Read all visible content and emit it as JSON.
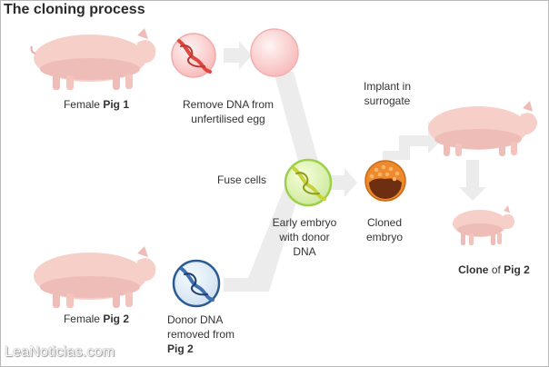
{
  "title": "The cloning process",
  "labels": {
    "female_pig1_prefix": "Female ",
    "female_pig1_bold": "Pig 1",
    "remove_dna_line1": "Remove DNA from",
    "remove_dna_line2": "unfertilised egg",
    "implant_line1": "Implant in",
    "implant_line2": "surrogate",
    "fuse_cells": "Fuse cells",
    "early_line1": "Early embryo",
    "early_line2": "with donor",
    "early_line3": "DNA",
    "cloned_line1": "Cloned",
    "cloned_line2": "embryo",
    "clone_bold1": "Clone",
    "clone_of": " of ",
    "clone_bold2": "Pig 2",
    "female_pig2_prefix": "Female ",
    "female_pig2_bold": "Pig 2",
    "donor_line1": "Donor DNA",
    "donor_line2": "removed from",
    "donor_line3": "Pig 2"
  },
  "watermark": "LeaNoticias.com",
  "colors": {
    "pig_body": "#f6cfc9",
    "pig_shadow": "#e7aea8",
    "egg_fill": "#fbd9d9",
    "dna_red": "#e0463f",
    "dna_yellow": "#c7d13a",
    "dna_blue": "#3f6fae",
    "cell_green": "#9ccf4b",
    "cell_blue": "#2b5b8f",
    "embryo_orange": "#ee8a2b",
    "embryo_brown": "#6e2e12",
    "arrow": "#e9e9e9"
  },
  "icons": [
    "pig-icon",
    "egg-with-red-dna-icon",
    "empty-egg-icon",
    "fused-cell-icon",
    "cloned-embryo-icon",
    "piglet-icon",
    "donor-dna-cell-icon"
  ]
}
